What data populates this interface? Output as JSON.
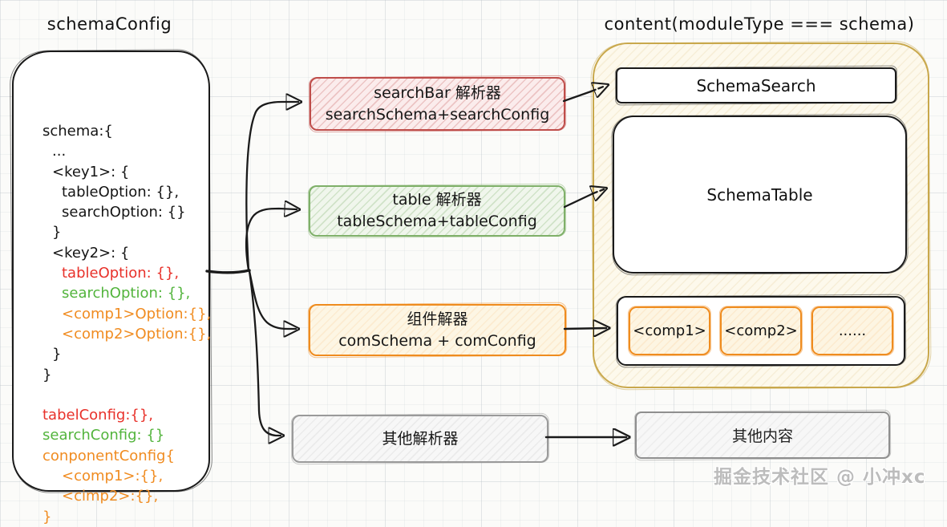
{
  "left_panel": {
    "title": "schemaConfig",
    "code_lines": [
      {
        "text": "schema:{",
        "color": "black",
        "indent": 0
      },
      {
        "text": "...",
        "color": "black",
        "indent": 1
      },
      {
        "text": "<key1>: {",
        "color": "black",
        "indent": 1
      },
      {
        "text": "tableOption: {},",
        "color": "black",
        "indent": 2
      },
      {
        "text": "searchOption: {}",
        "color": "black",
        "indent": 2
      },
      {
        "text": "}",
        "color": "black",
        "indent": 1
      },
      {
        "text": "<key2>: {",
        "color": "black",
        "indent": 1
      },
      {
        "text": "tableOption: {},",
        "color": "red",
        "indent": 2
      },
      {
        "text": "searchOption: {},",
        "color": "green",
        "indent": 2
      },
      {
        "text": "<comp1>Option:{},",
        "color": "orange",
        "indent": 2
      },
      {
        "text": "<comp2>Option:{},",
        "color": "orange",
        "indent": 2
      },
      {
        "text": "}",
        "color": "black",
        "indent": 1
      },
      {
        "text": "}",
        "color": "black",
        "indent": 0
      },
      {
        "text": "",
        "color": "black",
        "indent": 0
      },
      {
        "text": "tabelConfig:{},",
        "color": "red",
        "indent": 0
      },
      {
        "text": "searchConfig: {}",
        "color": "green",
        "indent": 0
      },
      {
        "text": "conponentConfig{",
        "color": "orange",
        "indent": 0
      },
      {
        "text": "<comp1>:{},",
        "color": "orange",
        "indent": 2
      },
      {
        "text": "<cimp2>:{},",
        "color": "orange",
        "indent": 2
      },
      {
        "text": "}",
        "color": "orange",
        "indent": 0
      }
    ]
  },
  "parsers": [
    {
      "line1": "searchBar 解析器",
      "line2": "searchSchema+searchConfig",
      "theme": "red"
    },
    {
      "line1": "table 解析器",
      "line2": "tableSchema+tableConfig",
      "theme": "green"
    },
    {
      "line1": "组件解器",
      "line2": "comSchema + comConfig",
      "theme": "orange"
    },
    {
      "line1": "其他解析器",
      "line2": "",
      "theme": "gray"
    }
  ],
  "content_panel": {
    "title": "content(moduleType === schema)",
    "search_label": "SchemaSearch",
    "table_label": "SchemaTable",
    "components": [
      "<comp1>",
      "<comp2>",
      "......"
    ],
    "other_label": "其他内容"
  },
  "watermark": "掘金技术社区 @ 小冲xc",
  "colors": {
    "code_red": "#e8312a",
    "code_green": "#52b43c",
    "code_orange": "#f08c21",
    "red_border": "#bf4d4a",
    "green_border": "#7fb069",
    "orange_border": "#ef8c1f",
    "gray_border": "#9a9a9a",
    "container_border": "#c9a84c",
    "node_border": "#1a1a1a"
  }
}
